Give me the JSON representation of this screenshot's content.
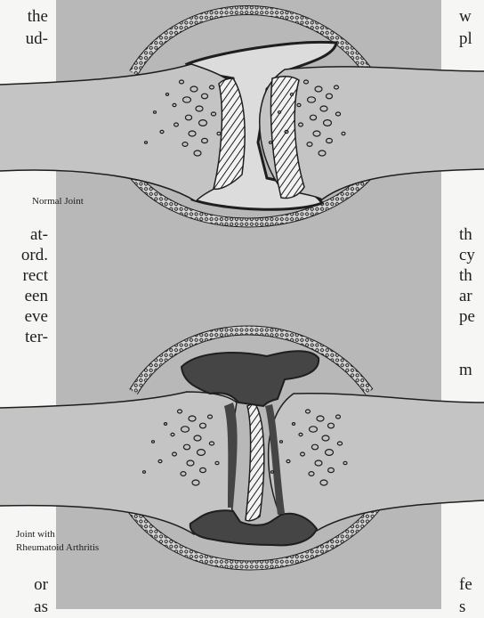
{
  "left_column_fragments": [
    {
      "text": "the"
    },
    {
      "text": "ud-"
    },
    {
      "text": "at-"
    },
    {
      "text": "ord."
    },
    {
      "text": "rect"
    },
    {
      "text": "een"
    },
    {
      "text": "eve"
    },
    {
      "text": "ter-"
    },
    {
      "text": "or"
    },
    {
      "text": "as"
    }
  ],
  "right_column_fragments": [
    {
      "text": "w"
    },
    {
      "text": "pl"
    },
    {
      "text": "th"
    },
    {
      "text": "cy"
    },
    {
      "text": "th"
    },
    {
      "text": "ar"
    },
    {
      "text": "pe"
    },
    {
      "text": "m"
    },
    {
      "text": "fe"
    },
    {
      "text": "s"
    }
  ],
  "figure": {
    "caption_top": "Normal Joint",
    "caption_bottom_line1": "Joint with",
    "caption_bottom_line2": "Rheumatoid Arthritis"
  }
}
